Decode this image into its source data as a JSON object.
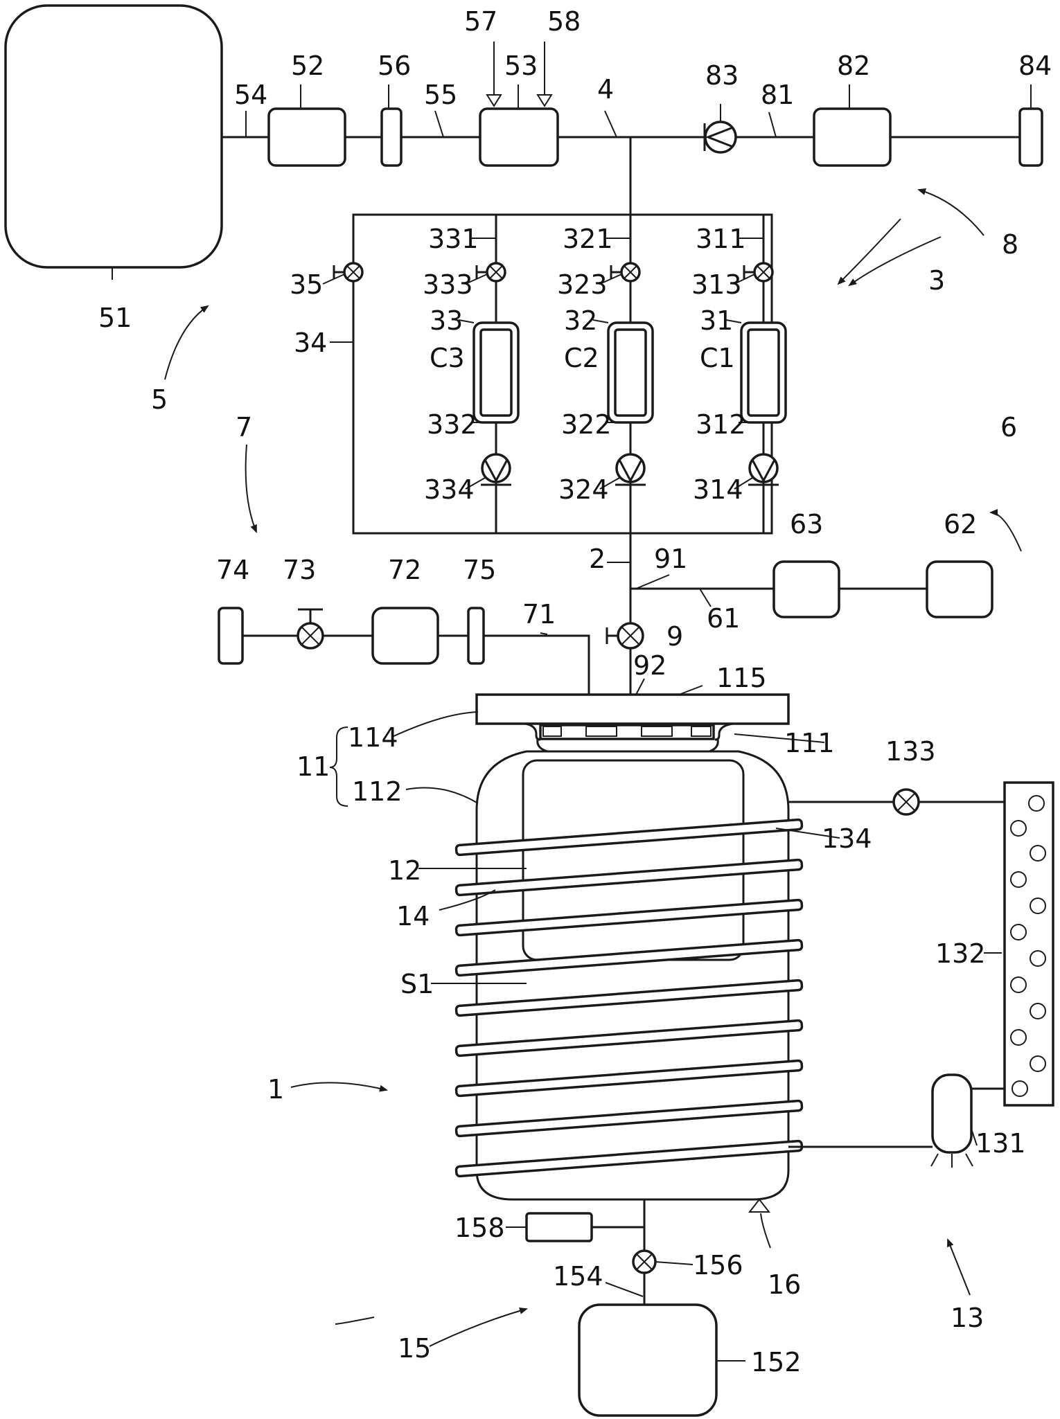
{
  "diagram": {
    "labels": [
      {
        "id": "51",
        "text": "51"
      },
      {
        "id": "52",
        "text": "52"
      },
      {
        "id": "53",
        "text": "53"
      },
      {
        "id": "54",
        "text": "54"
      },
      {
        "id": "55",
        "text": "55"
      },
      {
        "id": "56",
        "text": "56"
      },
      {
        "id": "57",
        "text": "57"
      },
      {
        "id": "58",
        "text": "58"
      },
      {
        "id": "4",
        "text": "4"
      },
      {
        "id": "83",
        "text": "83"
      },
      {
        "id": "81",
        "text": "81"
      },
      {
        "id": "82",
        "text": "82"
      },
      {
        "id": "84",
        "text": "84"
      },
      {
        "id": "8",
        "text": "8"
      },
      {
        "id": "3",
        "text": "3"
      },
      {
        "id": "5",
        "text": "5"
      },
      {
        "id": "331",
        "text": "331"
      },
      {
        "id": "321",
        "text": "321"
      },
      {
        "id": "311",
        "text": "311"
      },
      {
        "id": "35",
        "text": "35"
      },
      {
        "id": "333",
        "text": "333"
      },
      {
        "id": "323",
        "text": "323"
      },
      {
        "id": "313",
        "text": "313"
      },
      {
        "id": "33",
        "text": "33"
      },
      {
        "id": "32",
        "text": "32"
      },
      {
        "id": "31",
        "text": "31"
      },
      {
        "id": "34",
        "text": "34"
      },
      {
        "id": "C3",
        "text": "C3"
      },
      {
        "id": "C2",
        "text": "C2"
      },
      {
        "id": "C1",
        "text": "C1"
      },
      {
        "id": "332",
        "text": "332"
      },
      {
        "id": "322",
        "text": "322"
      },
      {
        "id": "312",
        "text": "312"
      },
      {
        "id": "334",
        "text": "334"
      },
      {
        "id": "324",
        "text": "324"
      },
      {
        "id": "314",
        "text": "314"
      },
      {
        "id": "7",
        "text": "7"
      },
      {
        "id": "6",
        "text": "6"
      },
      {
        "id": "63",
        "text": "63"
      },
      {
        "id": "62",
        "text": "62"
      },
      {
        "id": "74",
        "text": "74"
      },
      {
        "id": "73",
        "text": "73"
      },
      {
        "id": "72",
        "text": "72"
      },
      {
        "id": "75",
        "text": "75"
      },
      {
        "id": "71",
        "text": "71"
      },
      {
        "id": "2",
        "text": "2"
      },
      {
        "id": "91",
        "text": "91"
      },
      {
        "id": "61",
        "text": "61"
      },
      {
        "id": "9",
        "text": "9"
      },
      {
        "id": "92",
        "text": "92"
      },
      {
        "id": "115",
        "text": "115"
      },
      {
        "id": "114",
        "text": "114"
      },
      {
        "id": "111",
        "text": "111"
      },
      {
        "id": "11",
        "text": "11"
      },
      {
        "id": "112",
        "text": "112"
      },
      {
        "id": "133",
        "text": "133"
      },
      {
        "id": "134",
        "text": "134"
      },
      {
        "id": "12",
        "text": "12"
      },
      {
        "id": "14",
        "text": "14"
      },
      {
        "id": "132",
        "text": "132"
      },
      {
        "id": "S1",
        "text": "S1"
      },
      {
        "id": "1",
        "text": "1"
      },
      {
        "id": "131",
        "text": "131"
      },
      {
        "id": "158",
        "text": "158"
      },
      {
        "id": "156",
        "text": "156"
      },
      {
        "id": "16",
        "text": "16"
      },
      {
        "id": "154",
        "text": "154"
      },
      {
        "id": "15",
        "text": "15"
      },
      {
        "id": "13",
        "text": "13"
      },
      {
        "id": "152",
        "text": "152"
      }
    ]
  }
}
